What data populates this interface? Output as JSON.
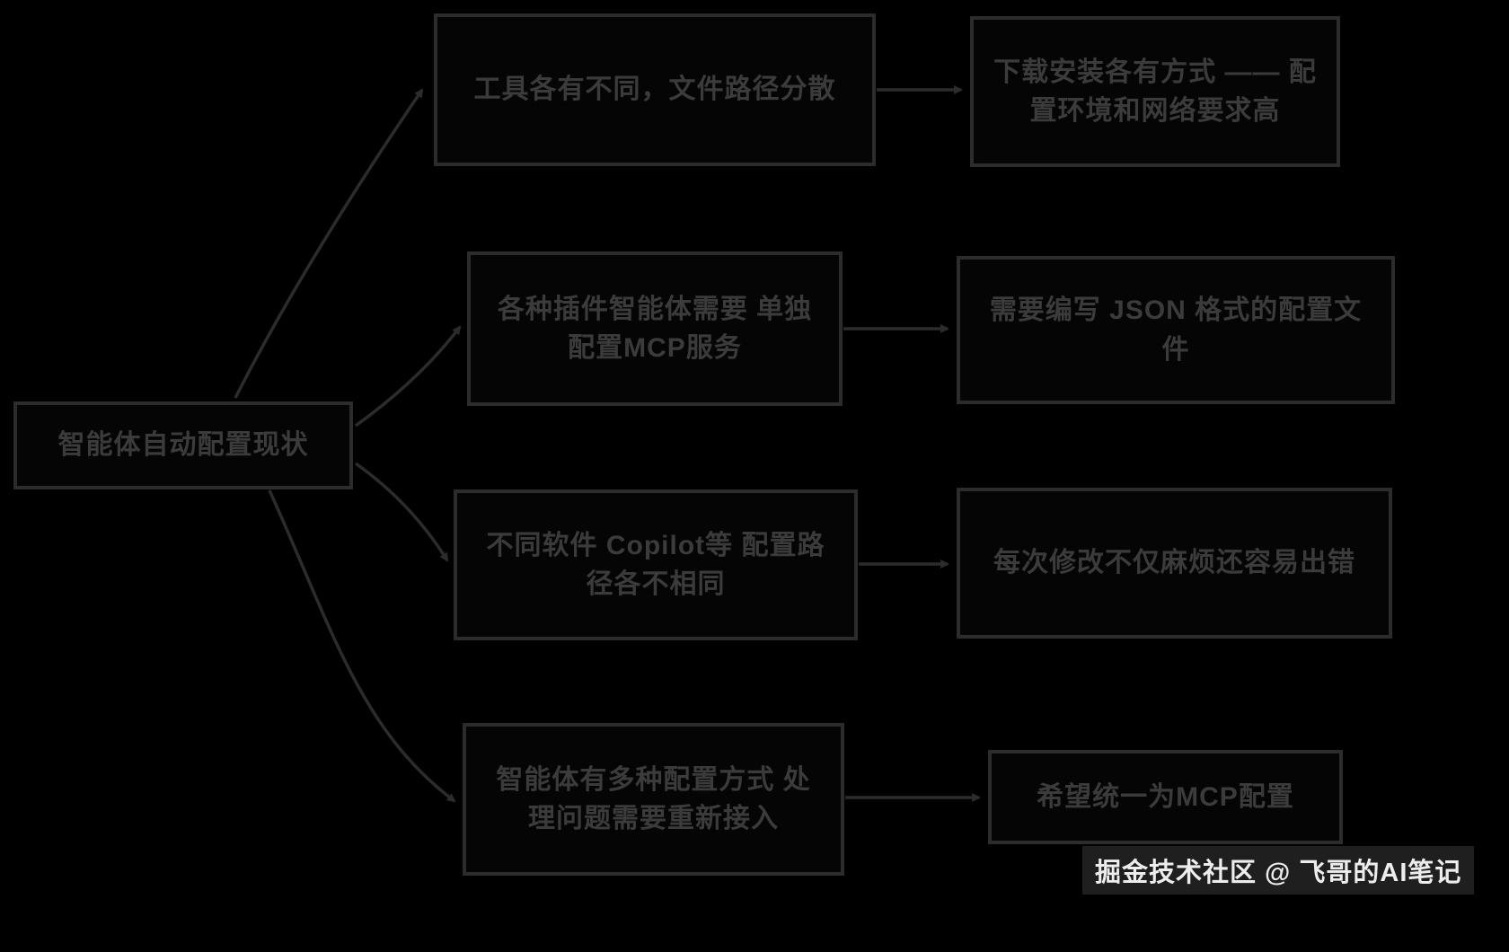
{
  "diagram": {
    "root": {
      "label": "智能体自动配置现状"
    },
    "branches": [
      {
        "mid": "工具各有不同，文件路径分散",
        "right": "下载安装各有方式 —— 配置环境和网络要求高"
      },
      {
        "mid": "各种插件智能体需要 单独配置MCP服务",
        "right": "需要编写 JSON 格式的配置文件"
      },
      {
        "mid": "不同软件 Copilot等 配置路径各不相同",
        "right": "每次修改不仅麻烦还容易出错"
      },
      {
        "mid": "智能体有多种配置方式 处理问题需要重新接入",
        "right": "希望统一为MCP配置"
      }
    ]
  },
  "watermark": "掘金技术社区 @ 飞哥的AI笔记",
  "colors": {
    "background": "#000000",
    "stroke": "#2c2c2c",
    "box_text": "#3b3b3b",
    "watermark_text": "#ededed"
  }
}
